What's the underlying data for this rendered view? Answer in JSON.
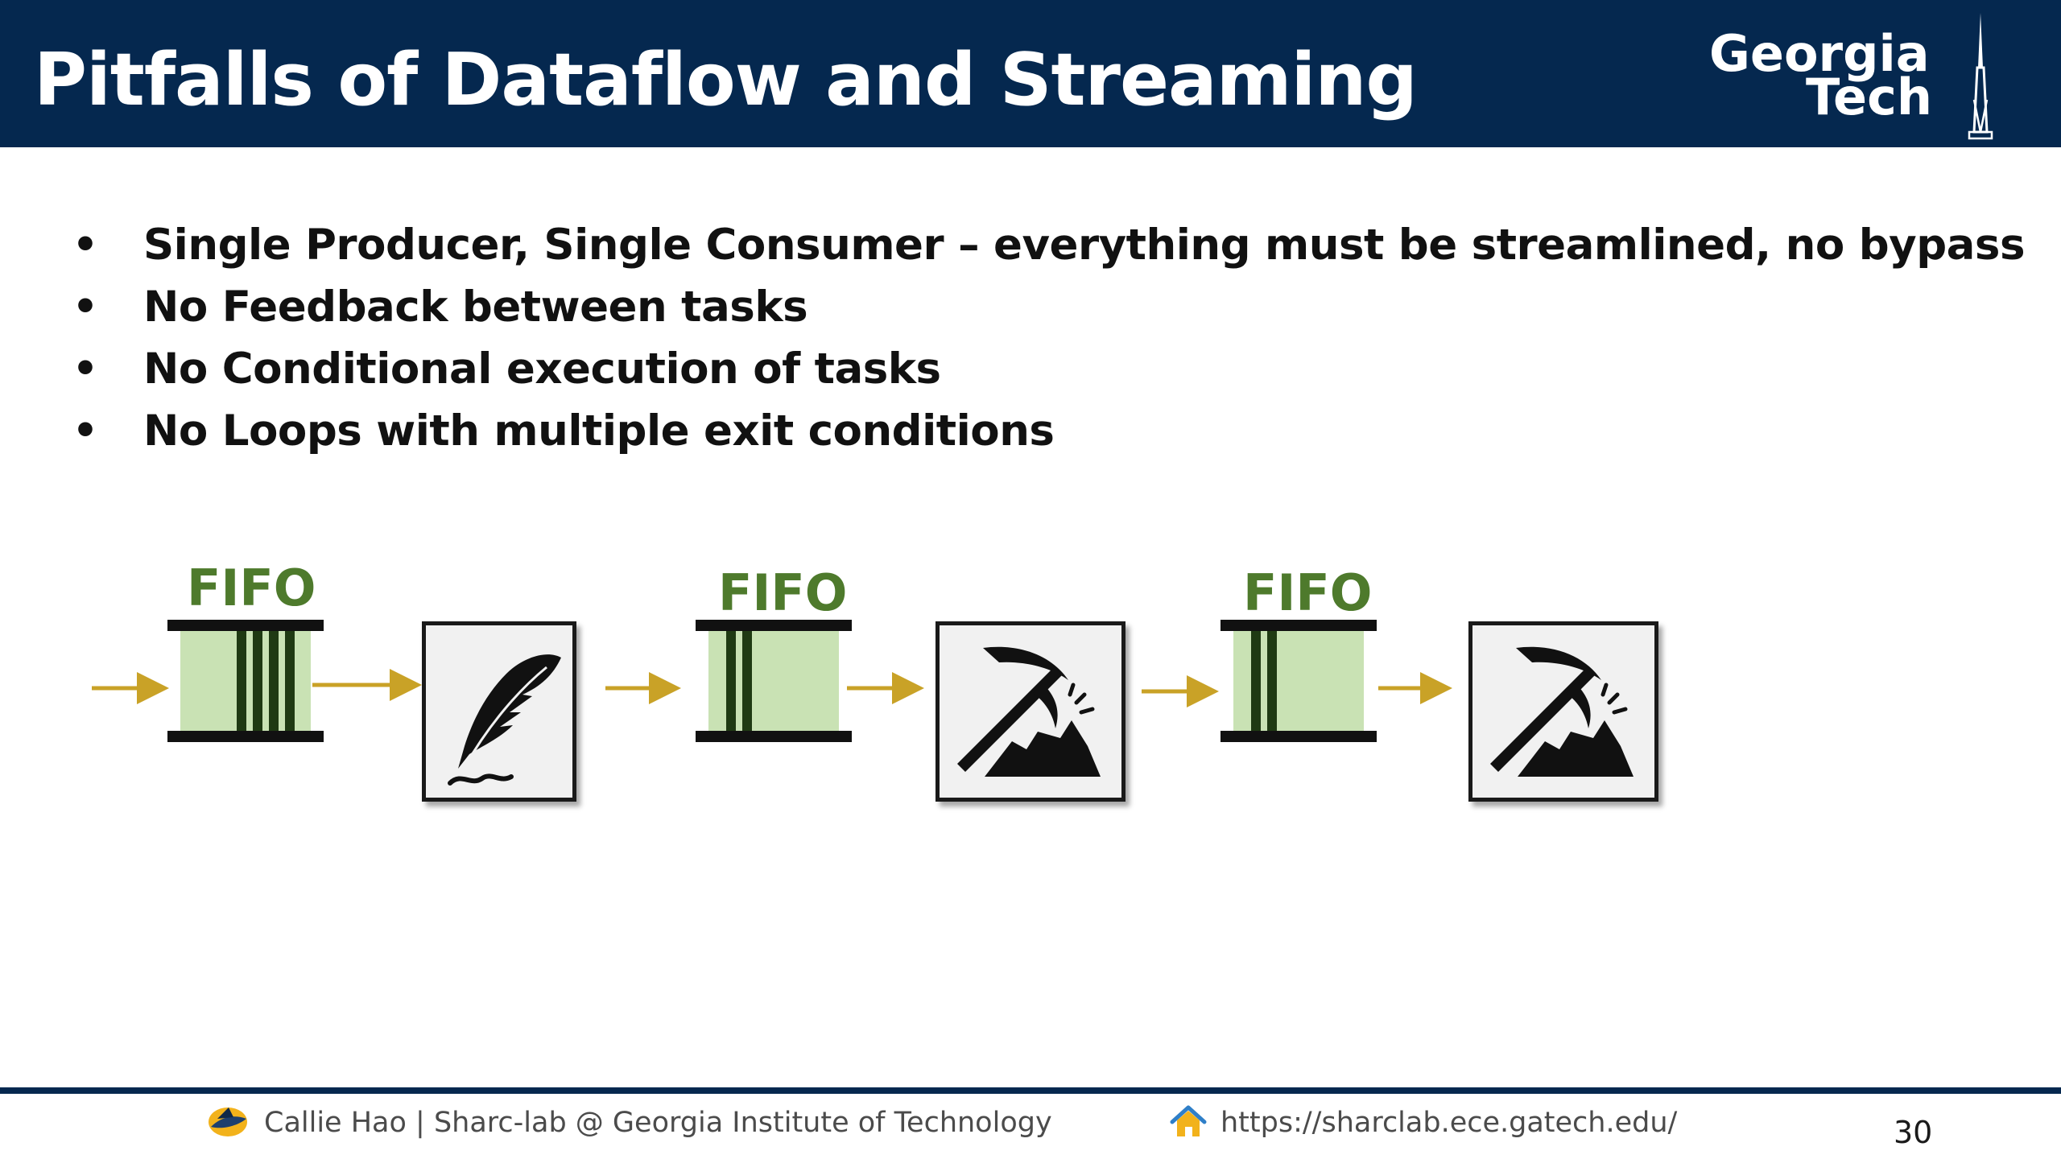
{
  "slide": {
    "title": "Pitfalls of Dataflow and Streaming",
    "logo": {
      "line1": "Georgia",
      "line2": "Tech"
    },
    "bullets": [
      "Single Producer, Single Consumer – everything must be streamlined, no bypass",
      "No Feedback between tasks",
      "No Conditional execution of tasks",
      "No Loops with multiple exit conditions"
    ],
    "bullet_marker": "•",
    "diagram": {
      "fifo_label": "FIFO",
      "fifos": [
        {
          "label": "FIFO",
          "filled_slots": 4
        },
        {
          "label": "FIFO",
          "filled_slots": 2
        },
        {
          "label": "FIFO",
          "filled_slots": 2
        }
      ],
      "tasks": [
        {
          "icon": "quill-icon"
        },
        {
          "icon": "pickaxe-icon"
        },
        {
          "icon": "pickaxe-icon"
        }
      ],
      "colors": {
        "arrow": "#c9a227",
        "fifo_fill": "#c9e2b4",
        "fifo_slot": "#1f3a13",
        "fifo_label": "#4e7a2c"
      }
    },
    "footer": {
      "author": "Callie Hao | Sharc-lab @ Georgia Institute of Technology",
      "url": "https://sharclab.ece.gatech.edu/",
      "page_number": "30"
    },
    "colors": {
      "header_bg": "#05284f",
      "title_text": "#ffffff",
      "body_text": "#111111"
    }
  }
}
